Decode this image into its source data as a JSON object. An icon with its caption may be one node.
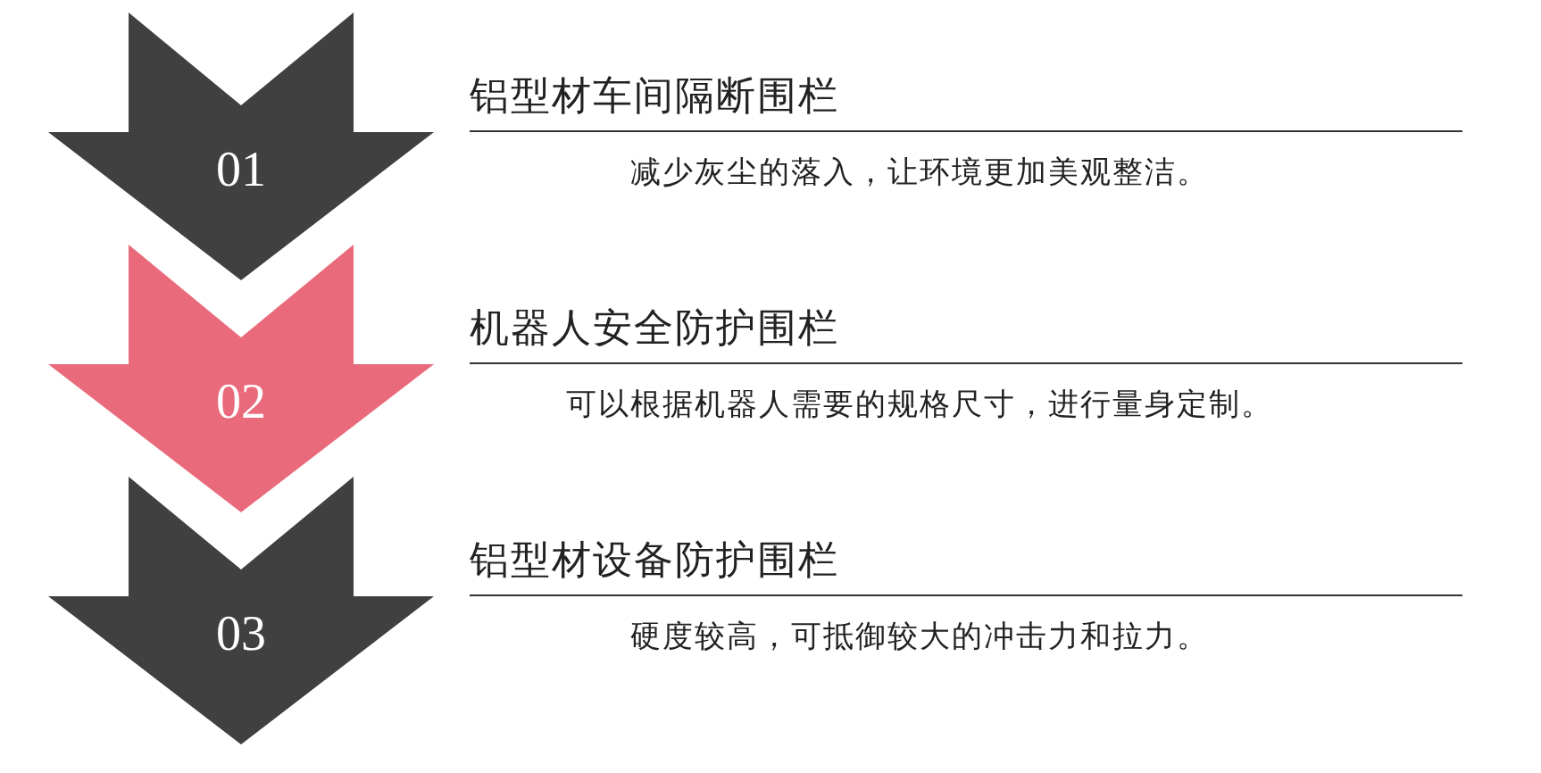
{
  "diagram": {
    "nodes": [
      {
        "text": [
          "01"
        ],
        "beside": [
          "铝型材车间隔断围栏",
          "减少灰尘的落入，让环境更加美观整洁。"
        ]
      },
      {
        "text": [
          "02"
        ],
        "beside": [
          "机器人安全防护围栏",
          "可以根据机器人需要的规格尺寸，进行量身定制。"
        ]
      },
      {
        "text": [
          "03"
        ],
        "beside": [
          "铝型材设备防护围栏",
          "硬度较高，可抵御较大的冲击力和拉力。"
        ]
      }
    ]
  }
}
